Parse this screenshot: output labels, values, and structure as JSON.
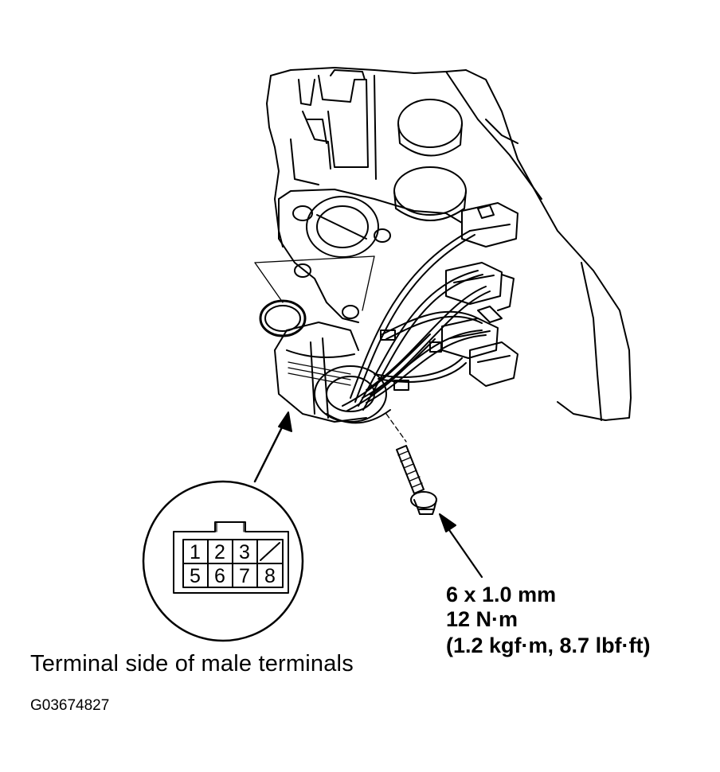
{
  "connector": {
    "pins_top": [
      "1",
      "2",
      "3"
    ],
    "pins_bottom": [
      "5",
      "6",
      "7",
      "8"
    ]
  },
  "bolt_spec": {
    "size": "6 x 1.0 mm",
    "torque_nm": "12 N·m",
    "torque_alt": "(1.2 kgf·m, 8.7 lbf·ft)"
  },
  "caption": "Terminal side of male terminals",
  "figure_id": "G03674827"
}
